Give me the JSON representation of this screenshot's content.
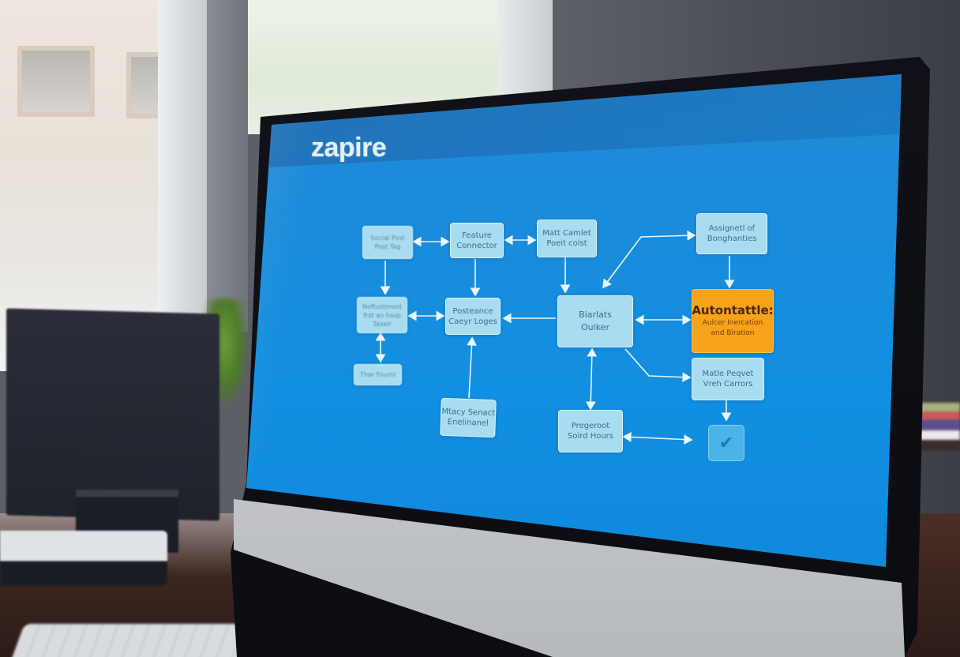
{
  "scene": {
    "description": "Office desk photo with an iMac-style monitor showing a workflow automation diagram",
    "colors": {
      "screen_blue": "#128fe0",
      "node_fill": "#a7dcf1",
      "node_text": "#3f6f8a",
      "highlight_orange": "#f7a21b",
      "check_blue": "#4ab4e8"
    }
  },
  "app": {
    "logo_text": "zapire"
  },
  "diagram": {
    "nodes": [
      {
        "id": "n1",
        "lines": [
          "Social Post",
          "Post Tag"
        ]
      },
      {
        "id": "n2",
        "lines": [
          "Feature",
          "Connector"
        ]
      },
      {
        "id": "n3",
        "lines": [
          "Matt Camlet",
          "Poeit colst"
        ]
      },
      {
        "id": "n4",
        "lines": [
          "Assignetl of",
          "Bonghanties"
        ]
      },
      {
        "id": "n5",
        "lines": [
          "Noftustmont",
          "frst ao hasp",
          "Taxelr"
        ]
      },
      {
        "id": "n6",
        "lines": [
          "Posteance",
          "Caeyr Loges"
        ]
      },
      {
        "id": "n7",
        "lines": [
          "Biarlats",
          "Oulker"
        ]
      },
      {
        "id": "n8",
        "title": "Autontattle:",
        "lines": [
          "Aulcer Inercation",
          "and Biration"
        ]
      },
      {
        "id": "n9",
        "lines": [
          "Thar Fouml"
        ]
      },
      {
        "id": "n10",
        "lines": [
          "Mtacy Senact",
          "Enelinanel"
        ]
      },
      {
        "id": "n11",
        "lines": [
          "Matle Peqvet",
          "Vreh Carrors"
        ]
      },
      {
        "id": "n12",
        "lines": [
          "Pregeroot",
          "Soird Hours"
        ]
      },
      {
        "id": "n13",
        "icon": "checkmark-icon",
        "glyph": "✔"
      }
    ]
  }
}
